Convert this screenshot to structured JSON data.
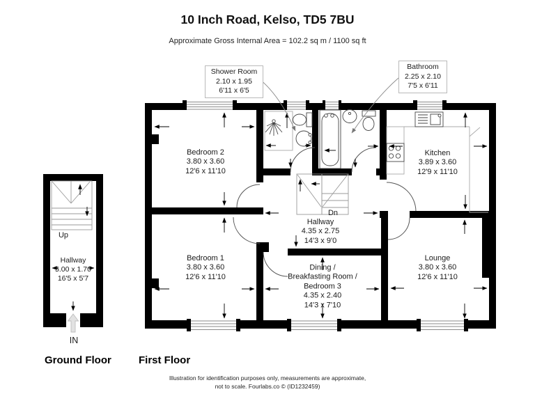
{
  "header": {
    "title": "10 Inch Road, Kelso, TD5 7BU",
    "subtitle": "Approximate Gross Internal Area = 102.2 sq m / 1100 sq ft"
  },
  "floors": {
    "ground": "Ground Floor",
    "first": "First Floor"
  },
  "rooms": {
    "shower_room": {
      "name": "Shower Room",
      "metric": "2.10 x 1.95",
      "imperial": "6'11 x 6'5"
    },
    "bathroom": {
      "name": "Bathroom",
      "metric": "2.25 x 2.10",
      "imperial": "7'5 x 6'11"
    },
    "bedroom2": {
      "name": "Bedroom 2",
      "metric": "3.80 x 3.60",
      "imperial": "12'6 x 11'10"
    },
    "kitchen": {
      "name": "Kitchen",
      "metric": "3.89 x 3.60",
      "imperial": "12'9 x 11'10"
    },
    "hallway_first": {
      "name": "Hallway",
      "metric": "4.35 x 2.75",
      "imperial": "14'3 x 9'0"
    },
    "bedroom1": {
      "name": "Bedroom 1",
      "metric": "3.80 x 3.60",
      "imperial": "12'6 x 11'10"
    },
    "dining": {
      "name_line1": "Dining /",
      "name_line2": "Breakfasting Room /",
      "name_line3": "Bedroom 3",
      "metric": "4.35 x 2.40",
      "imperial": "14'3 x 7'10"
    },
    "lounge": {
      "name": "Lounge",
      "metric": "3.80 x 3.60",
      "imperial": "12'6 x 11'10"
    },
    "hallway_ground": {
      "name": "Hallway",
      "metric": "5.00 x 1.70",
      "imperial": "16'5 x 5'7"
    }
  },
  "stairs": {
    "up_label": "Up",
    "down_label": "Dn"
  },
  "entrance_label": "IN",
  "footer": {
    "line1": "Illustration for identification purposes only, measurements are approximate,",
    "line2": "not to scale. Fourlabs.co © (ID1232459)"
  },
  "colors": {
    "wall": "#000000",
    "background": "#ffffff",
    "fixture_line": "#444444",
    "light_line": "#9a9a9a",
    "text": "#1a1a1a"
  }
}
